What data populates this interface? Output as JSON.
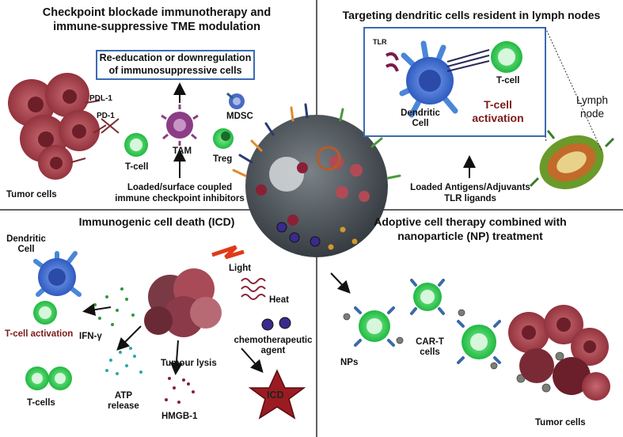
{
  "quadrants": {
    "top_left": {
      "title_line1": "Checkpoint blockade immunotherapy and",
      "title_line2": "immune-suppressive TME modulation",
      "box_line1": "Re-education or downregulation",
      "box_line2": "of immunosuppressive cells",
      "labels": {
        "pdl1": "PDL-1",
        "pd1": "PD-1",
        "tam": "TAM",
        "mdsc": "MDSC",
        "treg": "Treg",
        "tcell": "T-cell",
        "tumor_cells": "Tumor cells",
        "loaded_line1": "Loaded/surface coupled",
        "loaded_line2": "immune checkpoint inhibitors"
      }
    },
    "top_right": {
      "title": "Targeting dendritic cells resident in lymph nodes",
      "labels": {
        "tlr": "TLR",
        "tcell": "T-cell",
        "dendritic_line1": "Dendritic",
        "dendritic_line2": "Cell",
        "activation_line1": "T-cell",
        "activation_line2": "activation",
        "lymph_line1": "Lymph",
        "lymph_line2": "node",
        "loaded_line1": "Loaded Antigens/Adjuvants",
        "loaded_line2": "TLR ligands"
      }
    },
    "bottom_left": {
      "title": "Immunogenic cell death (ICD)",
      "labels": {
        "dendritic_line1": "Dendritic",
        "dendritic_line2": "Cell",
        "tcell_activation": "T-cell activation",
        "ifn": "IFN-γ",
        "light": "Light",
        "heat": "Heat",
        "chemo_line1": "chemotherapeutic",
        "chemo_line2": "agent",
        "tumour_lysis": "Tumour lysis",
        "atp_line1": "ATP",
        "atp_line2": "release",
        "hmgb": "HMGB-1",
        "tcells": "T-cells",
        "icd": "ICD"
      }
    },
    "bottom_right": {
      "title_line1": "Adoptive cell therapy combined with",
      "title_line2": "nanoparticle (NP) treatment",
      "labels": {
        "nps": "NPs",
        "cart_line1": "CAR-T",
        "cart_line2": "cells",
        "tumor_cells": "Tumor cells"
      }
    }
  },
  "colors": {
    "divider": "#2b2b2b",
    "box_border": "#3b6bb3",
    "tumor": "#a8434c",
    "nanoparticle": "#4a5258",
    "tcell_green": "#35d158",
    "dendritic_blue": "#3b6fd0",
    "activation_red": "#7b1a1a",
    "icd_star": "#9a1c22"
  },
  "icons": [
    "tumor-cell-icon",
    "t-cell-icon",
    "tam-icon",
    "mdsc-icon",
    "treg-icon",
    "nanoparticle-icon",
    "dendritic-cell-icon",
    "lymph-node-icon",
    "lightning-icon",
    "heat-wave-icon",
    "icd-star-icon",
    "car-t-cell-icon"
  ]
}
